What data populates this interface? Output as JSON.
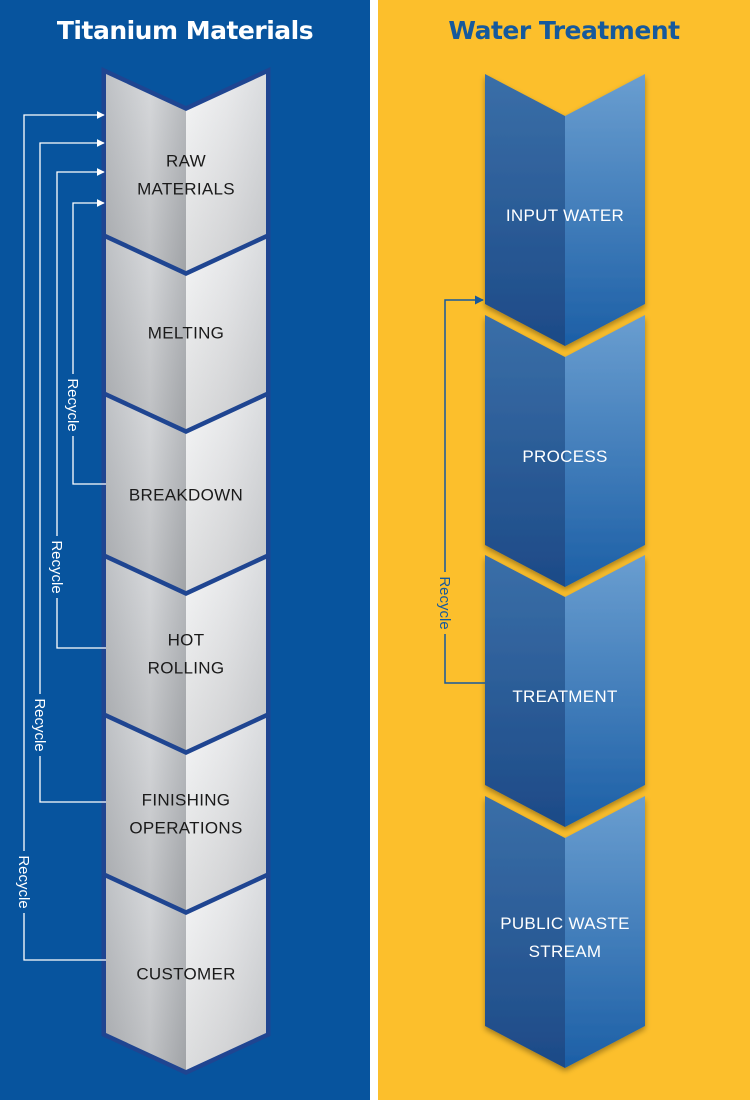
{
  "colors": {
    "left_background": "#07549e",
    "right_background": "#fcbf2c",
    "divider": "#ffffff",
    "left_title_text": "#ffffff",
    "right_title_text": "#16599c",
    "left_recycle_line": "#ffffff",
    "right_recycle_line": "#16599c"
  },
  "titanium": {
    "title": "Titanium Materials",
    "steps": [
      {
        "label": [
          "RAW",
          "MATERIALS"
        ]
      },
      {
        "label": [
          "MELTING"
        ]
      },
      {
        "label": [
          "BREAKDOWN"
        ]
      },
      {
        "label": [
          "HOT",
          "ROLLING"
        ]
      },
      {
        "label": [
          "FINISHING",
          "OPERATIONS"
        ]
      },
      {
        "label": [
          "CUSTOMER"
        ]
      }
    ],
    "recycle_loops": [
      {
        "label": "Recycle",
        "from_step": "BREAKDOWN",
        "to_step": "RAW MATERIALS"
      },
      {
        "label": "Recycle",
        "from_step": "HOT ROLLING",
        "to_step": "RAW MATERIALS"
      },
      {
        "label": "Recycle",
        "from_step": "FINISHING OPERATIONS",
        "to_step": "RAW MATERIALS"
      },
      {
        "label": "Recycle",
        "from_step": "CUSTOMER",
        "to_step": "RAW MATERIALS"
      }
    ]
  },
  "water": {
    "title": "Water Treatment",
    "steps": [
      {
        "label": [
          "INPUT WATER"
        ]
      },
      {
        "label": [
          "PROCESS"
        ]
      },
      {
        "label": [
          "TREATMENT"
        ]
      },
      {
        "label": [
          "PUBLIC WASTE",
          "STREAM"
        ]
      }
    ],
    "recycle_loops": [
      {
        "label": "Recycle",
        "from_step": "TREATMENT",
        "to_step": "INPUT WATER"
      }
    ]
  }
}
